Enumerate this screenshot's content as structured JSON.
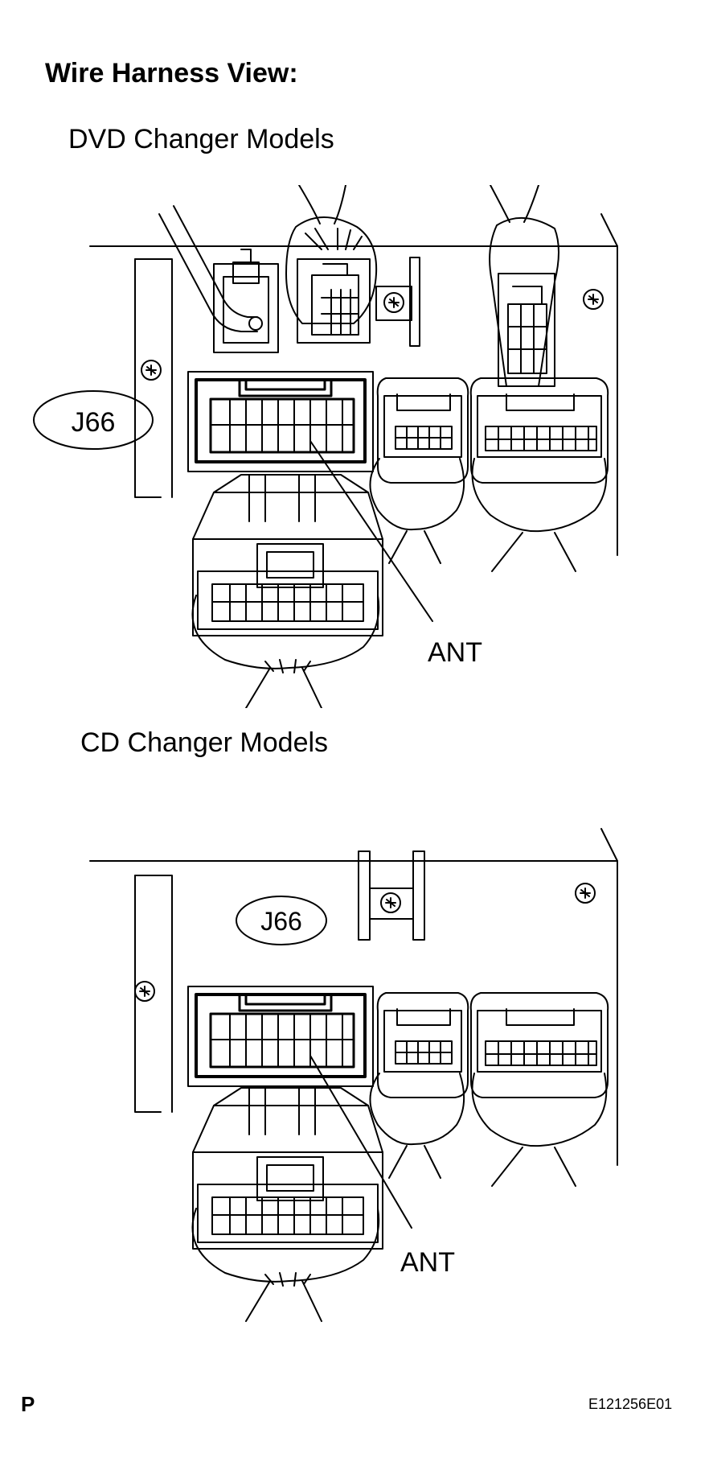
{
  "title": "Wire Harness View:",
  "figures": [
    {
      "heading": "DVD Changer Models",
      "connector_id": "J66",
      "pointer_label": "ANT"
    },
    {
      "heading": "CD Changer Models",
      "connector_id": "J66",
      "pointer_label": "ANT"
    }
  ],
  "footer": {
    "left_mark": "P",
    "figure_code": "E121256E01"
  },
  "colors": {
    "line": "#000000",
    "background": "#ffffff"
  }
}
